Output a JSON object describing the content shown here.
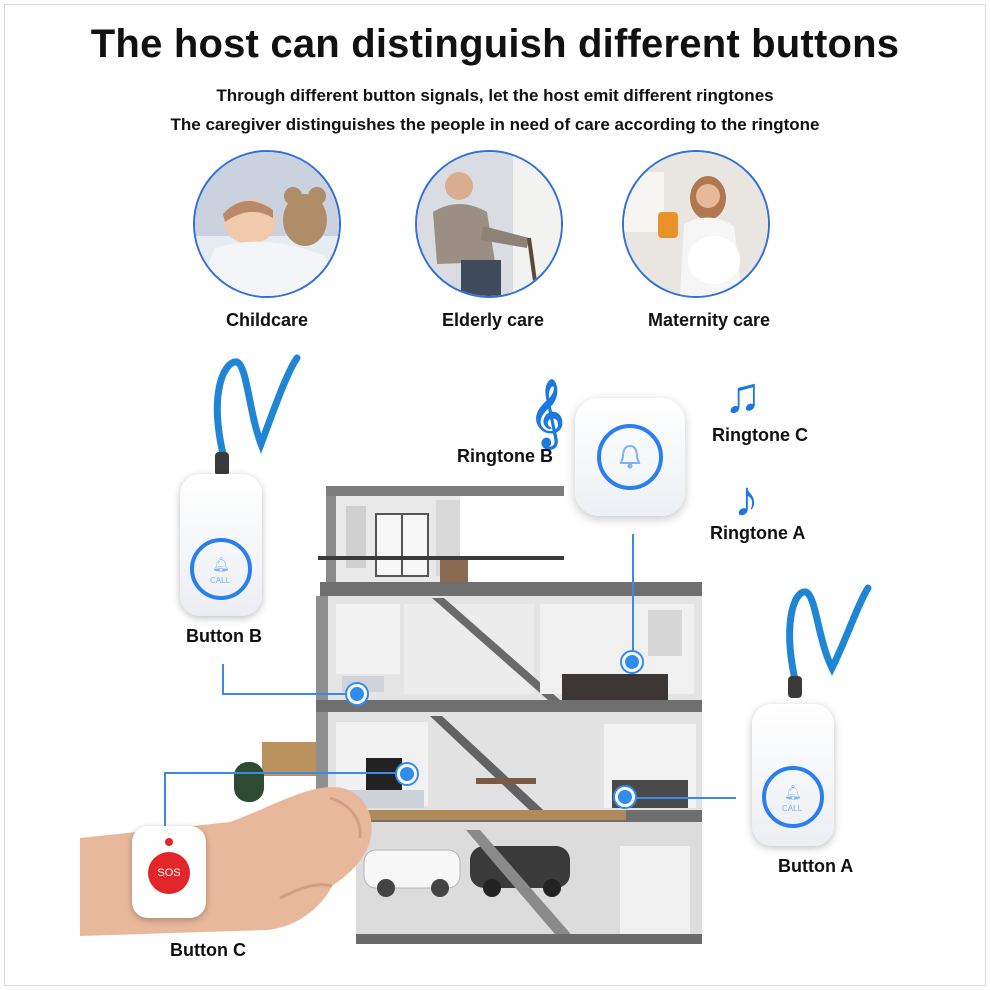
{
  "header": {
    "title": "The host can distinguish different buttons",
    "subtitle_line1": "Through different button signals, let the host emit different ringtones",
    "subtitle_line2": "The caregiver distinguishes the people in need of care according to the ringtone"
  },
  "categories": [
    {
      "label": "Childcare",
      "photo": "sleeping-child-with-teddy-bear"
    },
    {
      "label": "Elderly care",
      "photo": "elderly-man-with-cane"
    },
    {
      "label": "Maternity care",
      "photo": "pregnant-woman"
    }
  ],
  "ringtones": {
    "a": "Ringtone A",
    "b": "Ringtone B",
    "c": "Ringtone C"
  },
  "buttons": {
    "a": "Button A",
    "b": "Button B",
    "c": "Button C"
  },
  "device_text": {
    "sos": "SOS",
    "call": "CALL"
  },
  "icons": [
    "bell-icon",
    "treble-clef-icon",
    "double-note-icon",
    "single-note-icon"
  ],
  "colors": {
    "accent": "#2a7ff0",
    "strap": "#1f86d6",
    "sos_red": "#e2262a"
  }
}
